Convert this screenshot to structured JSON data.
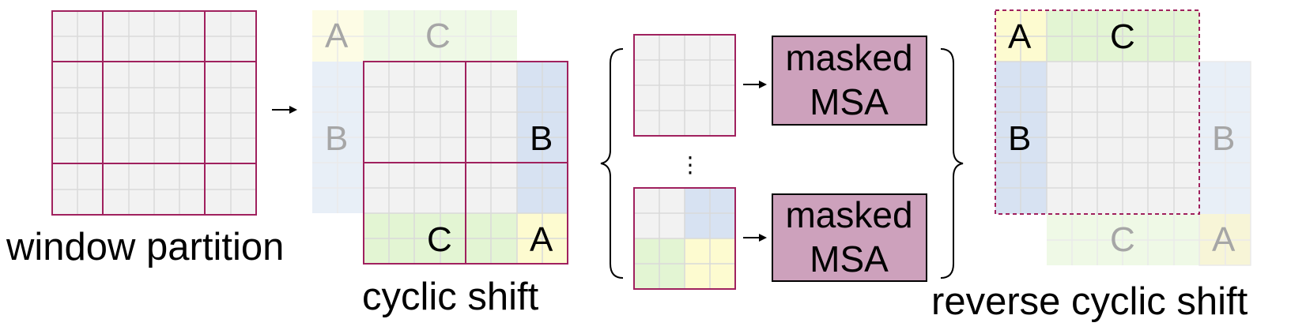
{
  "captions": {
    "window_partition": "window partition",
    "cyclic_shift": "cyclic shift",
    "reverse_cyclic_shift": "reverse cyclic shift"
  },
  "regions": {
    "a": "A",
    "b": "B",
    "c": "C"
  },
  "msa_boxes": [
    {
      "line1": "masked",
      "line2": "MSA"
    },
    {
      "line1": "masked",
      "line2": "MSA"
    }
  ],
  "ellipsis": "⋮",
  "colors": {
    "grid_line": "#d9d9d9",
    "cell_fill": "#f2f2f2",
    "window_border": "#a0215e",
    "region_a": "#fdfbd0",
    "region_b": "#d7e2f2",
    "region_c": "#e3f5d3",
    "msa_fill": "#cda1bc"
  }
}
